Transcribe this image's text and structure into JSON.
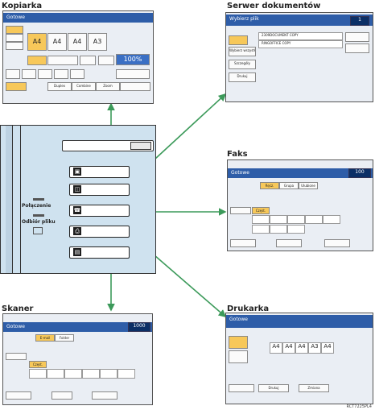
{
  "titles": {
    "copier": "Kopiarka",
    "docserver": "Serwer dokumentów",
    "fax": "Faks",
    "scanner": "Skaner",
    "printer": "Drukarka"
  },
  "copier_screen": {
    "status": "Gotowe",
    "paper_sizes": [
      "A4",
      "A4",
      "A4",
      "A3"
    ],
    "zoom": "100%",
    "buttons": [
      "Duplex",
      "Combine",
      "Zoom"
    ]
  },
  "docserver_screen": {
    "title": "Wybierz plik",
    "counter": "1",
    "files": [
      "2309DOCUMENT COPY",
      "RINGOFFICE COPY"
    ],
    "buttons": [
      "Wybierz wszystkie",
      "Szczegóły",
      "Drukuj"
    ]
  },
  "fax_screen": {
    "status": "Gotowe",
    "counter": "100",
    "tabs": [
      "Ręcz.",
      "Grupa",
      "Ulubione"
    ],
    "row_label": "Częst."
  },
  "panel": {
    "connection_label": "Połączenie",
    "receive_label": "Odbiór pliku",
    "key_labels": [
      "Kopiuj",
      "Serw. dok.",
      "Faks",
      "Drukarka",
      "Skaner"
    ]
  },
  "scanner_screen": {
    "status": "Gotowe",
    "counter": "1000",
    "tabs": [
      "E-mail",
      "Folder"
    ],
    "row_label": "Częst."
  },
  "printer_screen": {
    "status": "Gotowe",
    "paper_sizes": [
      "A4",
      "A4",
      "A4",
      "A3",
      "A4"
    ],
    "buttons": [
      "Drukuj",
      "Zmiana"
    ]
  },
  "code": "RCT7225PL4"
}
